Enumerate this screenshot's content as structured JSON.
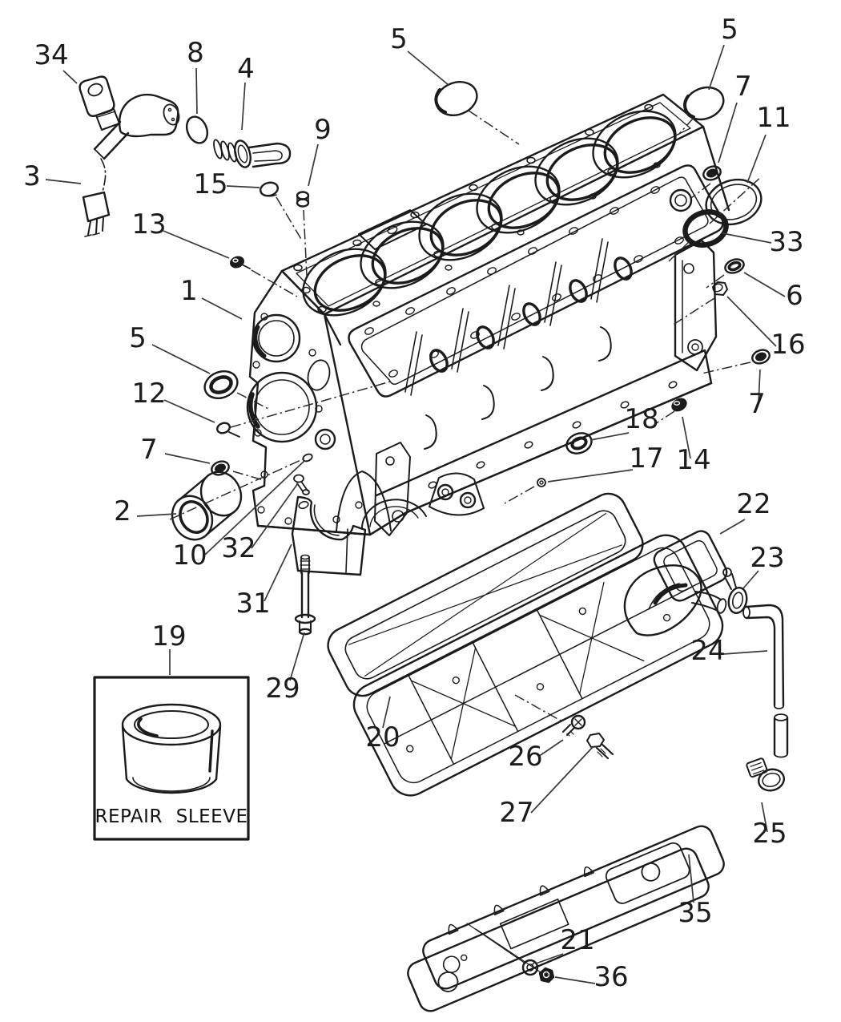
{
  "figure": {
    "background": "#ffffff",
    "ink": "#1b1b1b",
    "type": "exploded-parts-line-diagram"
  },
  "inset": {
    "label": "REPAIR SLEEVE"
  },
  "callouts": {
    "c1": {
      "label": "1"
    },
    "c2": {
      "label": "2"
    },
    "c3": {
      "label": "3"
    },
    "c4": {
      "label": "4"
    },
    "c5a": {
      "label": "5"
    },
    "c5b": {
      "label": "5"
    },
    "c5c": {
      "label": "5"
    },
    "c6": {
      "label": "6"
    },
    "c7a": {
      "label": "7"
    },
    "c7b": {
      "label": "7"
    },
    "c7c": {
      "label": "7"
    },
    "c8": {
      "label": "8"
    },
    "c9": {
      "label": "9"
    },
    "c10": {
      "label": "10"
    },
    "c11": {
      "label": "11"
    },
    "c12": {
      "label": "12"
    },
    "c13": {
      "label": "13"
    },
    "c14": {
      "label": "14"
    },
    "c15": {
      "label": "15"
    },
    "c16": {
      "label": "16"
    },
    "c17": {
      "label": "17"
    },
    "c18": {
      "label": "18"
    },
    "c19": {
      "label": "19"
    },
    "c20": {
      "label": "20"
    },
    "c21": {
      "label": "21"
    },
    "c22": {
      "label": "22"
    },
    "c23": {
      "label": "23"
    },
    "c24": {
      "label": "24"
    },
    "c25": {
      "label": "25"
    },
    "c26": {
      "label": "26"
    },
    "c27": {
      "label": "27"
    },
    "c29": {
      "label": "29"
    },
    "c31": {
      "label": "31"
    },
    "c32": {
      "label": "32"
    },
    "c33": {
      "label": "33"
    },
    "c34": {
      "label": "34"
    },
    "c35": {
      "label": "35"
    },
    "c36": {
      "label": "36"
    }
  }
}
